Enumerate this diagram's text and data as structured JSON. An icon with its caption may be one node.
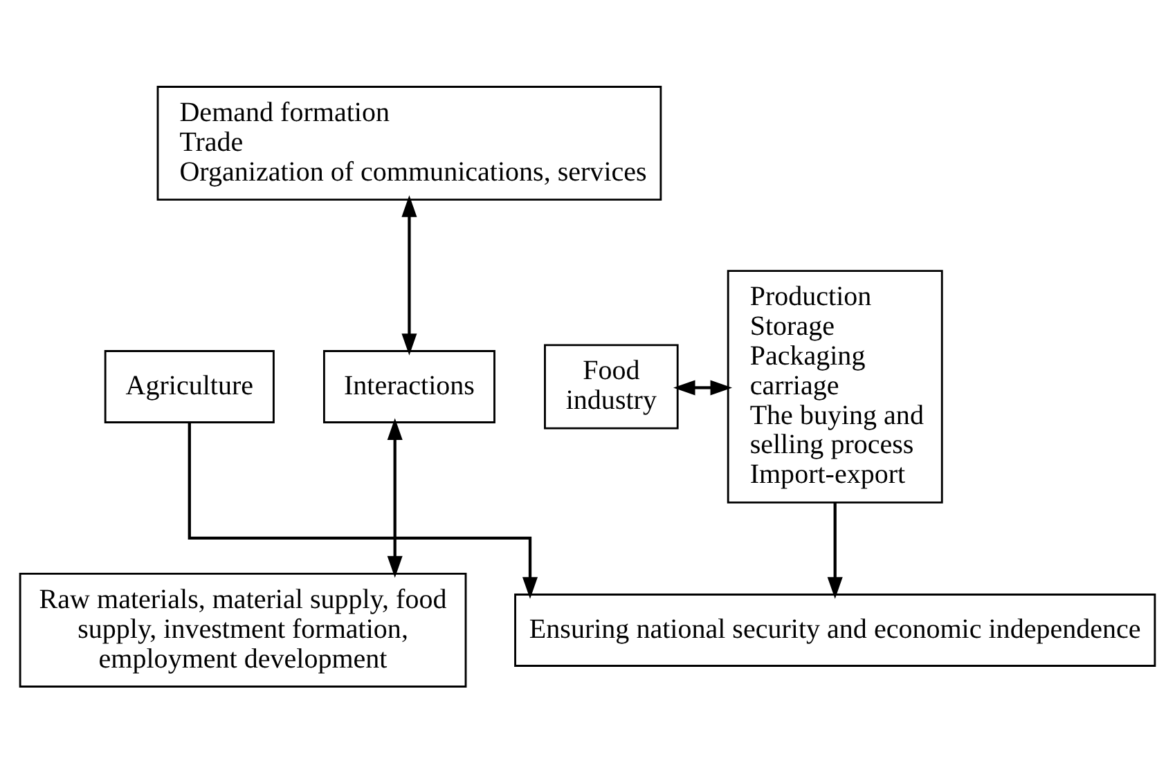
{
  "diagram": {
    "nodes": [
      {
        "text": [
          "Demand formation",
          "Trade",
          "Organization of communications, services"
        ]
      },
      {
        "text": [
          "Agriculture"
        ]
      },
      {
        "text": [
          "Interactions"
        ]
      },
      {
        "text": [
          "Food industry"
        ]
      },
      {
        "text": [
          "Production",
          "Storage",
          "Packaging",
          "carriage",
          "The buying and selling process",
          "Import-export"
        ]
      },
      {
        "text": [
          "Raw materials, material supply, food supply, investment formation, employment development"
        ]
      },
      {
        "text": [
          "Ensuring national security and economic independence"
        ]
      }
    ],
    "edges": [
      {
        "from": 0,
        "to": 2,
        "arrow": "both"
      },
      {
        "from": 2,
        "to": 5,
        "arrow": "both"
      },
      {
        "from": 3,
        "to": 4,
        "arrow": "both"
      },
      {
        "from": 1,
        "to": 6,
        "arrow": "to"
      },
      {
        "from": 4,
        "to": 6,
        "arrow": "to"
      }
    ]
  }
}
